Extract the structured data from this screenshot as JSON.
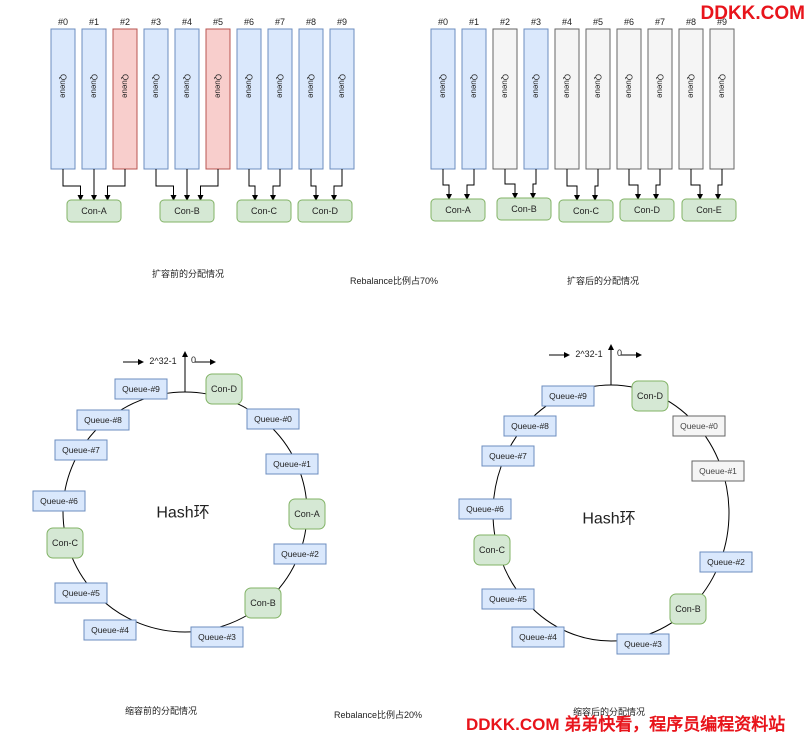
{
  "watermark_top": "DDKK.COM",
  "watermark_bottom": "DDKK.COM 弟弟快看，程序员编程资料站",
  "colors": {
    "blue_fill": "#dae8fc",
    "blue_stroke": "#6c8ebf",
    "red_fill": "#f8cecc",
    "red_stroke": "#b85450",
    "gray_fill": "#f5f5f5",
    "gray_stroke": "#666666",
    "green_fill": "#d5e8d4",
    "green_stroke": "#82b366"
  },
  "expansion": {
    "caption_before": "扩容前的分配情况",
    "caption_middle": "Rebalance比例占70%",
    "caption_after": "扩容后的分配情况",
    "queue_text": "Queue",
    "before": {
      "queues": [
        {
          "label": "#0",
          "state": "blue",
          "consumer": 0
        },
        {
          "label": "#1",
          "state": "blue",
          "consumer": 0
        },
        {
          "label": "#2",
          "state": "red",
          "consumer": 0
        },
        {
          "label": "#3",
          "state": "blue",
          "consumer": 1
        },
        {
          "label": "#4",
          "state": "blue",
          "consumer": 1
        },
        {
          "label": "#5",
          "state": "red",
          "consumer": 1
        },
        {
          "label": "#6",
          "state": "blue",
          "consumer": 2
        },
        {
          "label": "#7",
          "state": "blue",
          "consumer": 2
        },
        {
          "label": "#8",
          "state": "blue",
          "consumer": 3
        },
        {
          "label": "#9",
          "state": "blue",
          "consumer": 3
        }
      ],
      "consumers": [
        "Con-A",
        "Con-B",
        "Con-C",
        "Con-D"
      ]
    },
    "after": {
      "queues": [
        {
          "label": "#0",
          "state": "blue",
          "consumer": 0
        },
        {
          "label": "#1",
          "state": "blue",
          "consumer": 0
        },
        {
          "label": "#2",
          "state": "gray",
          "consumer": 1
        },
        {
          "label": "#3",
          "state": "blue",
          "consumer": 1
        },
        {
          "label": "#4",
          "state": "gray",
          "consumer": 2
        },
        {
          "label": "#5",
          "state": "gray",
          "consumer": 2
        },
        {
          "label": "#6",
          "state": "gray",
          "consumer": 3
        },
        {
          "label": "#7",
          "state": "gray",
          "consumer": 3
        },
        {
          "label": "#8",
          "state": "gray",
          "consumer": 4
        },
        {
          "label": "#9",
          "state": "gray",
          "consumer": 4
        }
      ],
      "consumers": [
        "Con-A",
        "Con-B",
        "Con-C",
        "Con-D",
        "Con-E"
      ]
    }
  },
  "shrink": {
    "caption_before": "缩容前的分配情况",
    "caption_middle": "Rebalance比例占20%",
    "caption_after": "缩容后的分配情况",
    "ring_title": "Hash环",
    "axis_left": "2^32-1",
    "axis_right": "0",
    "before_nodes": [
      {
        "label": "Queue-#9",
        "kind": "blue"
      },
      {
        "label": "Con-D",
        "kind": "green"
      },
      {
        "label": "Queue-#0",
        "kind": "blue"
      },
      {
        "label": "Queue-#1",
        "kind": "blue"
      },
      {
        "label": "Con-A",
        "kind": "green"
      },
      {
        "label": "Queue-#2",
        "kind": "blue"
      },
      {
        "label": "Con-B",
        "kind": "green"
      },
      {
        "label": "Queue-#3",
        "kind": "blue"
      },
      {
        "label": "Queue-#4",
        "kind": "blue"
      },
      {
        "label": "Queue-#5",
        "kind": "blue"
      },
      {
        "label": "Con-C",
        "kind": "green"
      },
      {
        "label": "Queue-#6",
        "kind": "blue"
      },
      {
        "label": "Queue-#7",
        "kind": "blue"
      },
      {
        "label": "Queue-#8",
        "kind": "blue"
      }
    ],
    "after_nodes": [
      {
        "label": "Queue-#9",
        "kind": "blue"
      },
      {
        "label": "Con-D",
        "kind": "green"
      },
      {
        "label": "Queue-#0",
        "kind": "gray"
      },
      {
        "label": "Queue-#1",
        "kind": "gray"
      },
      {
        "label": "Queue-#2",
        "kind": "blue"
      },
      {
        "label": "Con-B",
        "kind": "green"
      },
      {
        "label": "Queue-#3",
        "kind": "blue"
      },
      {
        "label": "Queue-#4",
        "kind": "blue"
      },
      {
        "label": "Queue-#5",
        "kind": "blue"
      },
      {
        "label": "Con-C",
        "kind": "green"
      },
      {
        "label": "Queue-#6",
        "kind": "blue"
      },
      {
        "label": "Queue-#7",
        "kind": "blue"
      },
      {
        "label": "Queue-#8",
        "kind": "blue"
      }
    ]
  }
}
